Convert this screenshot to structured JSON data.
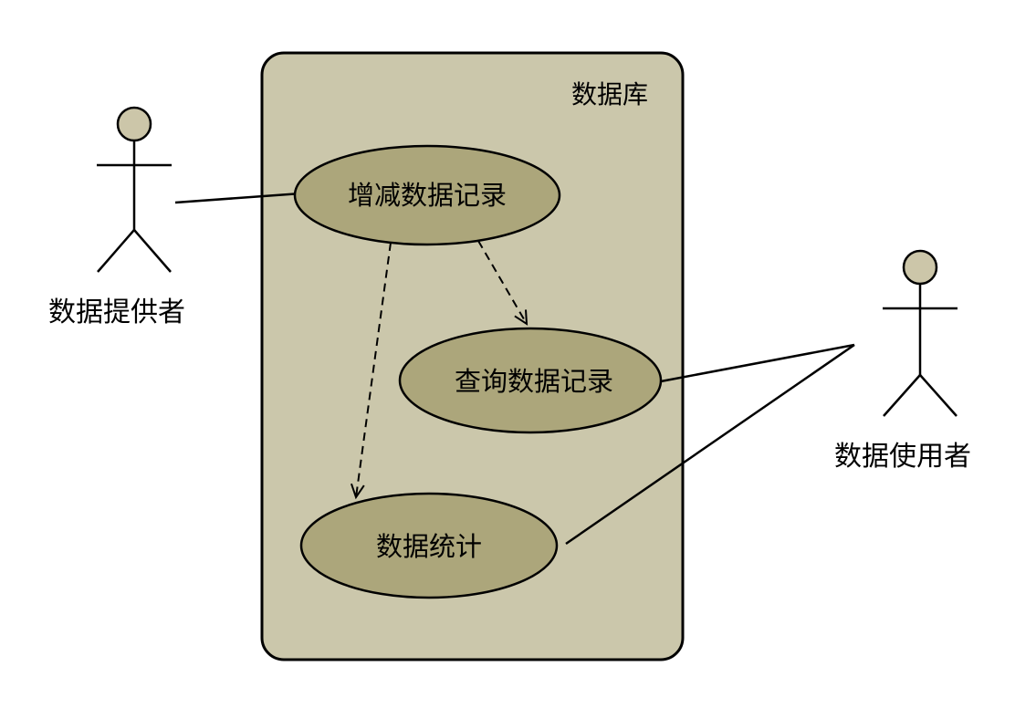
{
  "system": {
    "label": "数据库"
  },
  "actors": {
    "provider": {
      "label": "数据提供者"
    },
    "user": {
      "label": "数据使用者"
    }
  },
  "use_cases": {
    "add_remove": {
      "label": "增减数据记录"
    },
    "query": {
      "label": "查询数据记录"
    },
    "stats": {
      "label": "数据统计"
    }
  },
  "colors": {
    "system_fill": "#cbc7ab",
    "use_case_fill": "#aca67b",
    "actor_head_fill": "#ccc6a9",
    "stroke": "#000000"
  }
}
